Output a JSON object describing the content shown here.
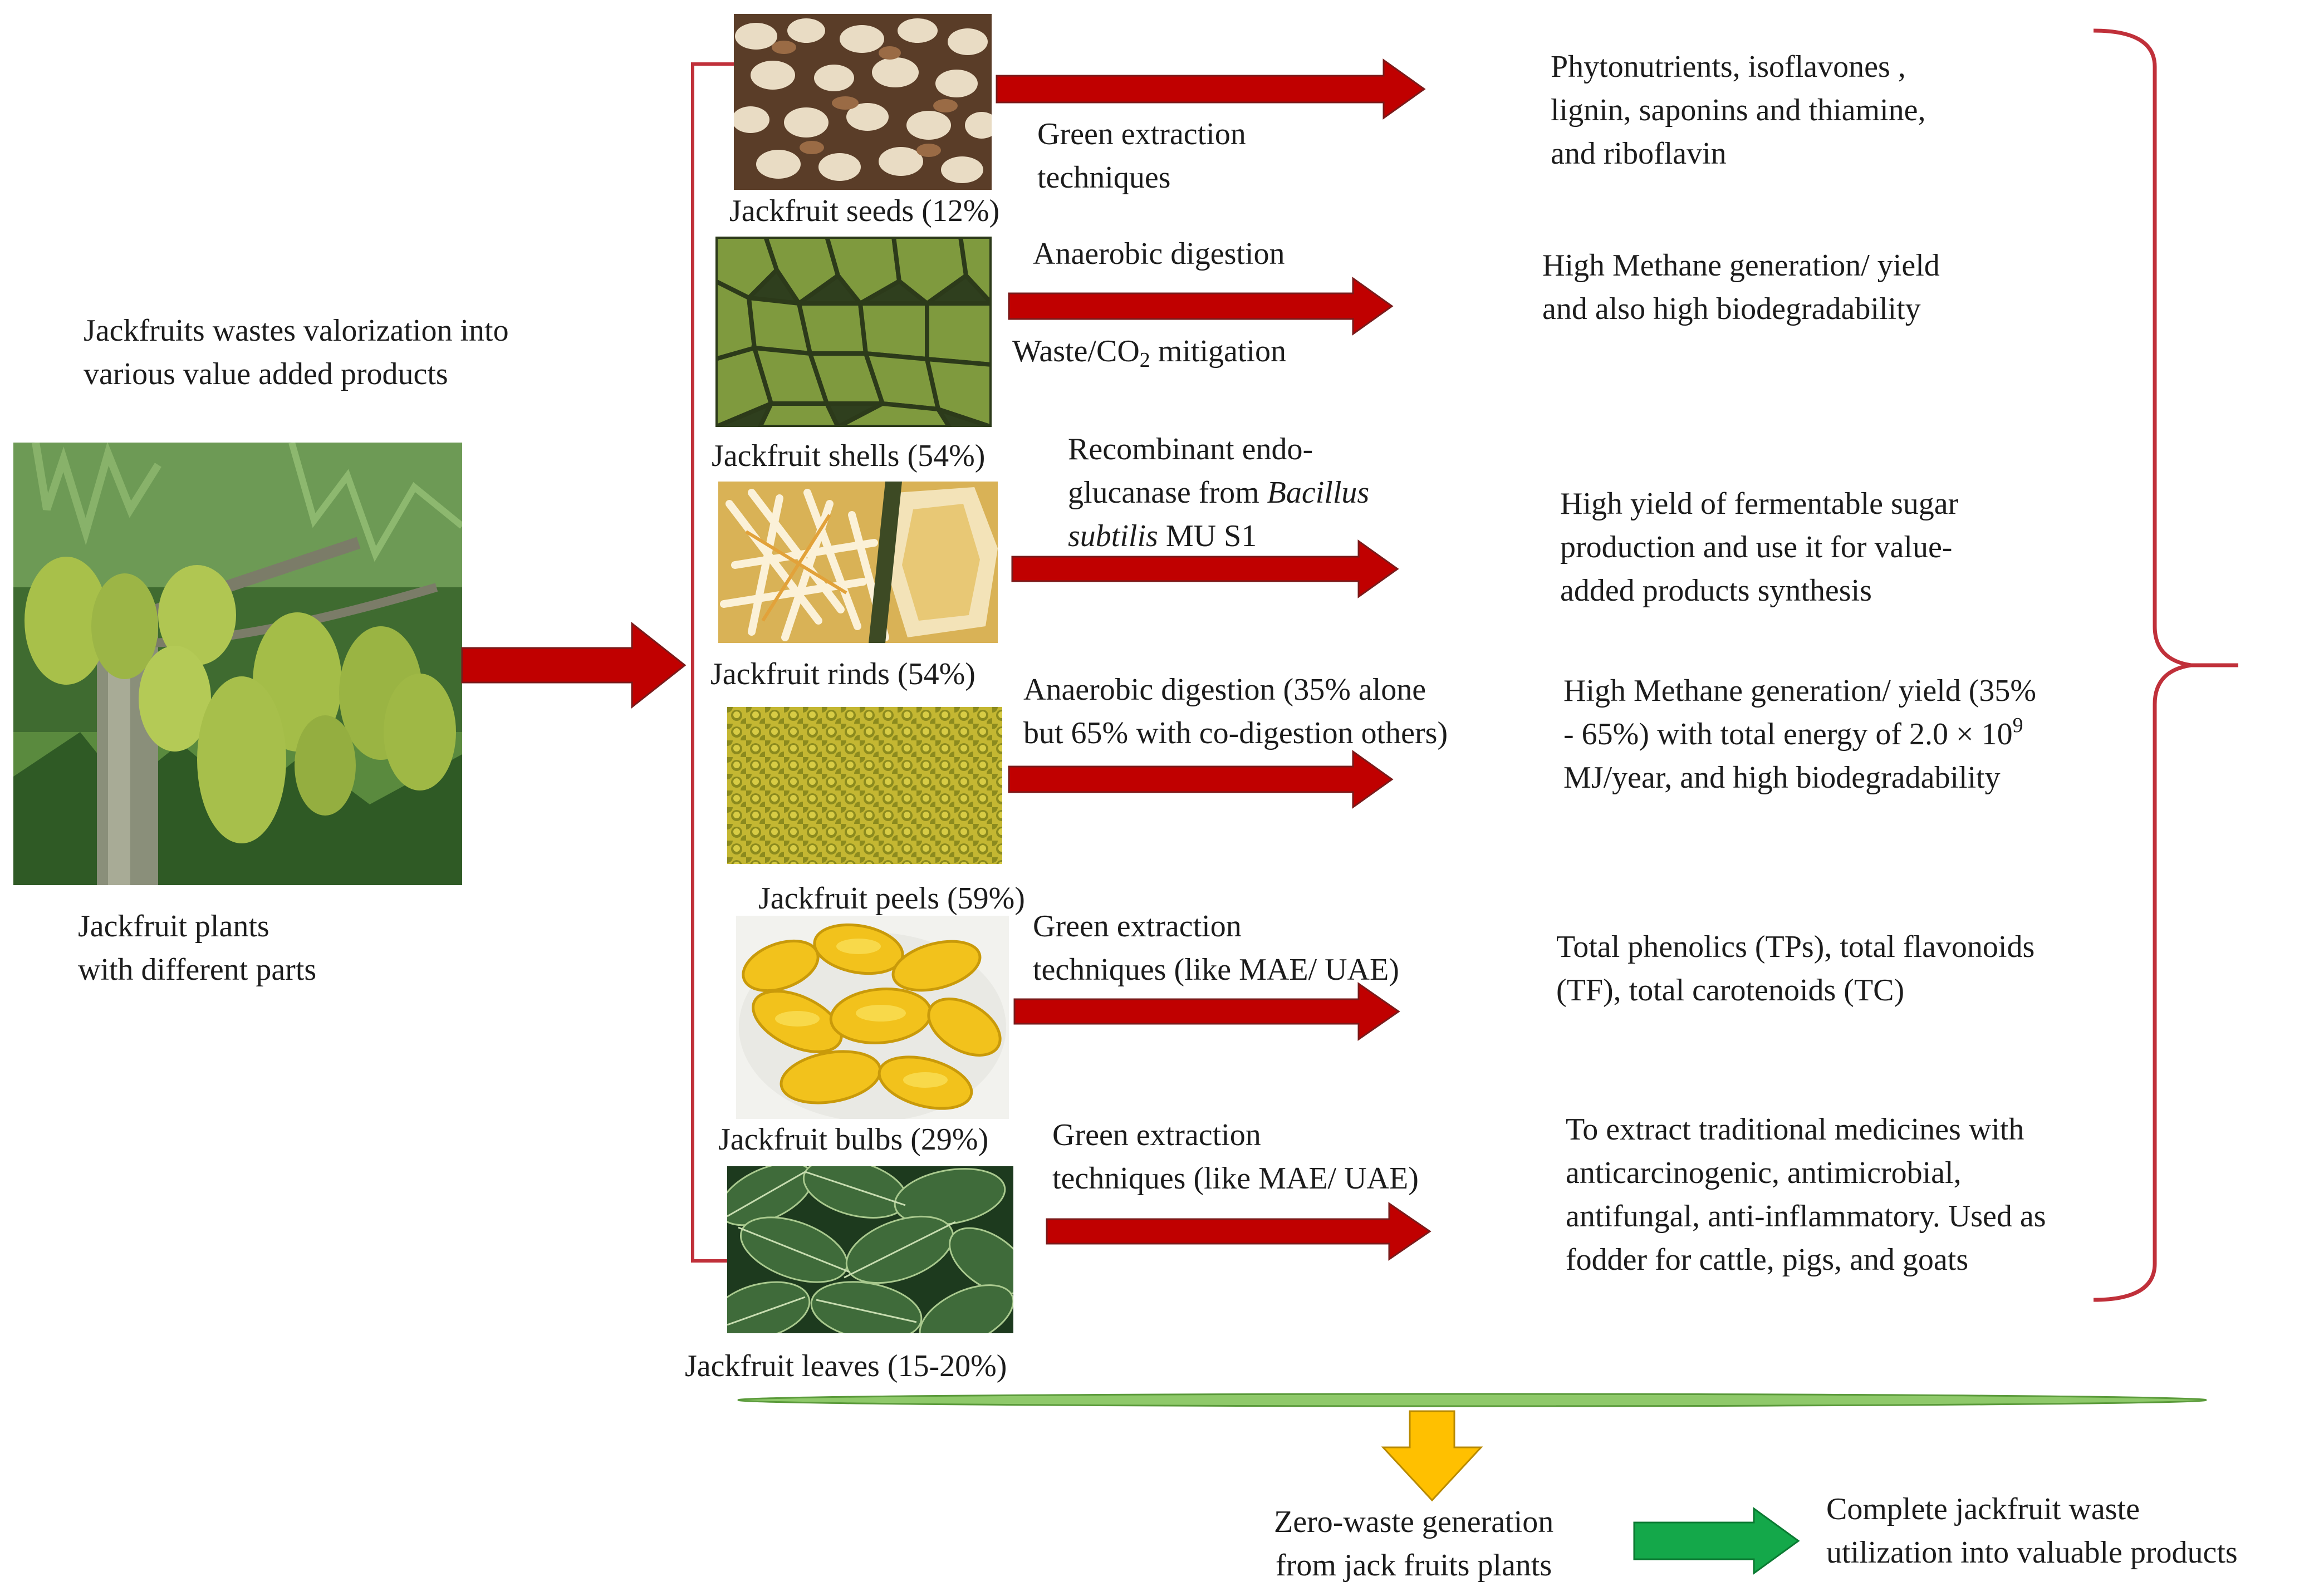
{
  "title": "Jackfruits wastes valorization  into\n various value added products",
  "plant_caption": "Jackfruit plants\nwith different parts",
  "parts": [
    {
      "label": "Jackfruit seeds (12%)",
      "photo": "seeds-photo",
      "process": "Green extraction\ntechniques",
      "result": "Phytonutrients, isoflavones ,\nlignin, saponins and thiamine,\n and riboflavin"
    },
    {
      "label": "Jackfruit shells (54%)",
      "photo": "shells-photo",
      "process_top": "Anaerobic digestion",
      "process_bottom_prefix": "Waste/CO",
      "process_bottom_sub": "2",
      "process_bottom_suffix": " mitigation",
      "result": " High Methane generation/ yield\nand also high biodegradability"
    },
    {
      "label": "Jackfruit rinds (54%)",
      "photo": "rinds-photo",
      "process_line1": "Recombinant endo-",
      "process_line2_prefix": "glucanase from ",
      "process_line2_italic": "Bacillus",
      "process_line3_italic": "subtilis",
      "process_line3_suffix": " MU S1",
      "result": "High yield of fermentable  sugar\nproduction and use  it for value-\nadded products synthesis"
    },
    {
      "label": "Jackfruit peels (59%)",
      "photo": "peels-photo",
      "process": "Anaerobic digestion (35% alone\nbut 65% with co-digestion others)",
      "result_line1": " High Methane generation/ yield (35%",
      "result_line2_prefix": "- 65%)  with total energy of 2.0 × 10",
      "result_line2_sup": "9",
      "result_line3": "MJ/year, and high biodegradability"
    },
    {
      "label": "Jackfruit bulbs (29%)",
      "photo": "bulbs-photo",
      "process": "Green extraction\ntechniques  (like MAE/ UAE)",
      "result": "Total phenolics (TPs), total flavonoids\n (TF), total carotenoids (TC)"
    },
    {
      "label": "Jackfruit leaves (15-20%)",
      "photo": "leaves-photo",
      "process": "Green extraction\ntechniques  (like MAE/ UAE)",
      "result": "To extract traditional medicines  with\nanticarcinogenic, antimicrobial,\nantifungal, anti-inflammatory. Used as\nfodder for cattle, pigs, and goats"
    }
  ],
  "zero_waste": "Zero-waste generation\n from jack fruits plants",
  "final": "Complete jackfruit waste\nutilization into valuable products",
  "colors": {
    "red_arrow": "#c00000",
    "bracket": "#c0303a",
    "green_bar": "#8fc96a",
    "yellow_arrow": "#ffc000",
    "green_arrow": "#14a84a"
  }
}
